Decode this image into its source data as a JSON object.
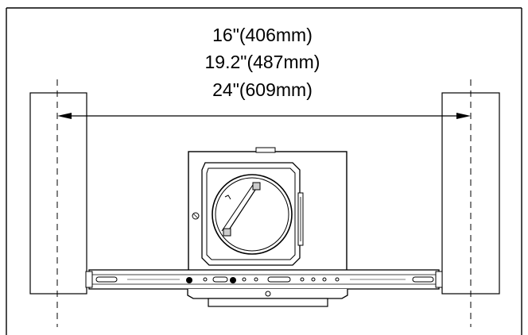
{
  "diagram": {
    "spacing_labels": [
      "16\"(406mm)",
      "19.2\"(487mm)",
      "24\"(609mm)"
    ],
    "colors": {
      "stroke": "#000000",
      "background": "#ffffff",
      "accent_fill": "#cccccc"
    }
  }
}
